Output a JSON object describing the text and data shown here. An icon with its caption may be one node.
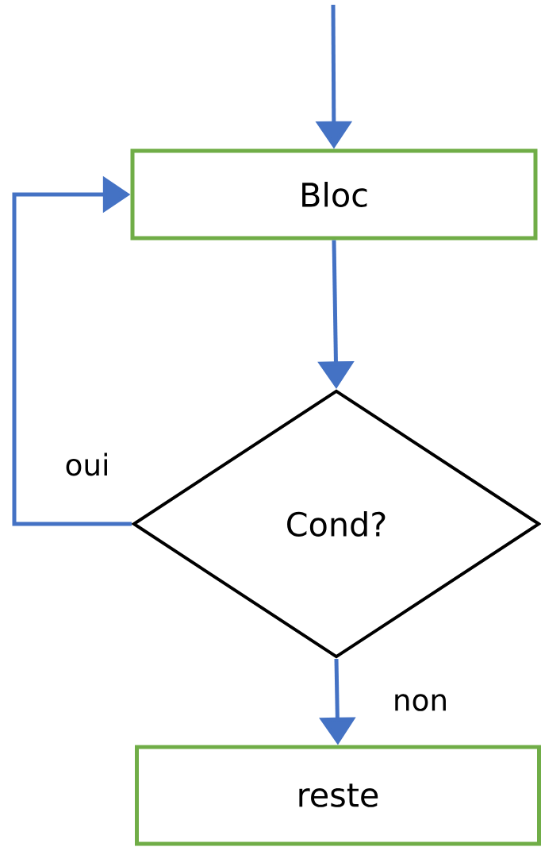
{
  "diagram": {
    "nodes": [
      {
        "text": [
          "Bloc"
        ]
      },
      {
        "text": [
          "Cond?"
        ]
      },
      {
        "text": [
          "reste"
        ]
      }
    ],
    "edges": [
      {
        "from": null,
        "to": 0,
        "arrow": "to"
      },
      {
        "from": 0,
        "to": 1,
        "arrow": "to"
      },
      {
        "from": 1,
        "to": 0,
        "arrow": "to",
        "label": "oui"
      },
      {
        "from": 1,
        "to": 2,
        "arrow": "to",
        "label": "non"
      }
    ]
  }
}
